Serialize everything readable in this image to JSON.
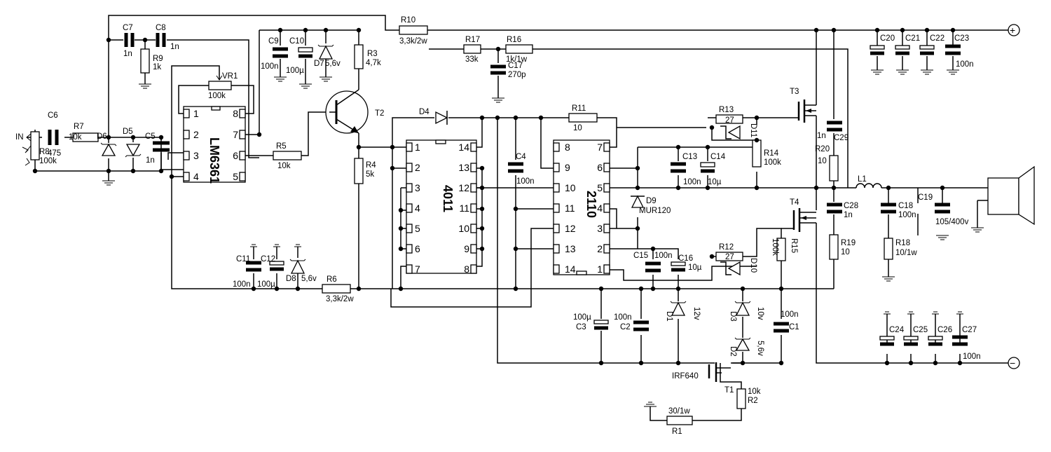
{
  "labels": {
    "in": "IN",
    "c6": "C6",
    "c6_val": "475",
    "r7": "R7",
    "r7_val": "10k",
    "r8": "R8",
    "r8_val": "100k",
    "d6": "D6",
    "d5": "D5",
    "c5": "C5",
    "c5_val": "1n",
    "c7": "C7",
    "c7_val": "1n",
    "c8": "C8",
    "c8_val": "1n",
    "r9": "R9",
    "r9_val": "1k",
    "vr1": "VR1",
    "vr1_val": "100k",
    "r5": "R5",
    "r5_val": "10k",
    "c9": "C9",
    "c9_val": "100n",
    "c10": "C10",
    "c10_val": "100µ",
    "d7": "D7",
    "d7_val": "5,6v",
    "r3": "R3",
    "r3_val": "4,7k",
    "t2": "T2",
    "r4": "R4",
    "r4_val": "5k",
    "r10": "R10",
    "r10_val": "3,3k/2w",
    "r17": "R17",
    "r17_val": "33k",
    "r16": "R16",
    "r16_val": "1k/1w",
    "c17": "C17",
    "c17_val": "270p",
    "d4": "D4",
    "c4": "C4",
    "c4_val": "100n",
    "r11": "R11",
    "r11_val": "10",
    "r13": "R13",
    "r13_val": "27",
    "d11": "D11",
    "r14": "R14",
    "r14_val": "100k",
    "c13": "C13",
    "c13_val": "100n",
    "c14": "C14",
    "c14_val": "10µ",
    "d9": "D9",
    "d9_val": "MUR120",
    "t3": "T3",
    "t4": "T4",
    "c29": "C29",
    "c29_val": "1n",
    "r20": "R20",
    "r20_val": "10",
    "c28": "C28",
    "c28_val": "1n",
    "r19": "R19",
    "r19_val": "10",
    "l1": "L1",
    "c18": "C18",
    "c18_val": "100n",
    "r18": "R18",
    "r18_val": "10/1w",
    "c19": "C19",
    "c19_val": "105/400v",
    "c20": "C20",
    "c21": "C21",
    "c22": "C22",
    "c23": "C23",
    "c23_val": "100n",
    "c24": "C24",
    "c25": "C25",
    "c26": "C26",
    "c27": "C27",
    "c27_val": "100n",
    "c11": "C11",
    "c11_val": "100n",
    "c12": "C12",
    "c12_val": "100µ",
    "d8": "D8",
    "d8_val": "5,6v",
    "r6": "R6",
    "r6_val": "3,3k/2w",
    "c15": "C15",
    "c15_val": "100n",
    "c16": "C16",
    "c16_val": "10µ",
    "r12": "R12",
    "r12_val": "27",
    "d10": "D10",
    "r15": "R15",
    "r15_val": "100k",
    "c1": "C1",
    "c1_val": "100n",
    "c3": "C3",
    "c3_val": "100µ",
    "c2": "C2",
    "c2_val": "100n",
    "d1": "D1",
    "d1_val": "12v",
    "d3": "D3",
    "d3_val": "10v",
    "d2": "D2",
    "d2_val": "5,6v",
    "t1": "T1",
    "t1_val": "IRF640",
    "r2": "R2",
    "r2_val": "10k",
    "r1": "R1",
    "r1_val": "30/1w",
    "plus": "+",
    "minus": "−"
  },
  "ics": {
    "lm6361": {
      "name": "LM6361",
      "left_pins": [
        "1",
        "2",
        "3",
        "4"
      ],
      "right_pins": [
        "8",
        "7",
        "6",
        "5"
      ]
    },
    "u4011": {
      "name": "4011",
      "left_pins": [
        "1",
        "2",
        "3",
        "4",
        "5",
        "6",
        "7"
      ],
      "right_pins": [
        "14",
        "13",
        "12",
        "11",
        "10",
        "9",
        "8"
      ]
    },
    "u2110": {
      "name": "2110",
      "left_pins": [
        "8",
        "9",
        "10",
        "11",
        "12",
        "13",
        "14"
      ],
      "right_pins": [
        "7",
        "6",
        "5",
        "4",
        "3",
        "2",
        "1"
      ]
    }
  }
}
